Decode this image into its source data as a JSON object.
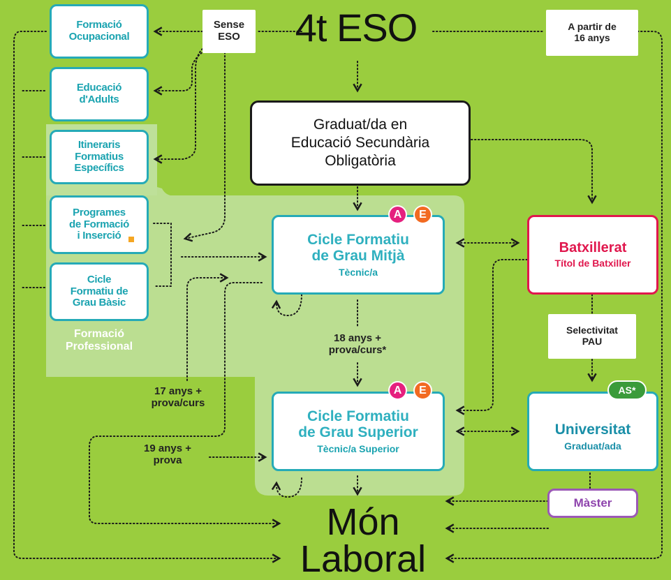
{
  "header": {
    "title": "4t ESO",
    "sense_eso": "Sense\nESO",
    "a_partir": "A partir de\n16 anys"
  },
  "left": {
    "formacio_ocupacional": "Formació\nOcupacional",
    "educacio_adults": "Educació\nd'Adults",
    "itineraris": "Itineraris\nFormatius\nEspecífics",
    "programes": "Programes\nde Formació\ni Inserció",
    "grau_basic": "Cicle\nFormatiu de\nGrau Bàsic",
    "region_label": "Formació\nProfessional"
  },
  "center": {
    "graduat": "Graduat/da en\nEducació Secundària\nObligatòria",
    "cfgm_title": "Cicle Formatiu\nde Grau Mitjà",
    "cfgm_sub": "Tècnic/a",
    "cfgs_title": "Cicle Formatiu\nde Grau Superior",
    "cfgs_sub": "Tècnic/a Superior",
    "mid_label": "18 anys +\nprova/curs*",
    "left_label_1": "17 anys +\nprova/curs",
    "left_label_2": "19 anys +\nprova",
    "badge_a": "A",
    "badge_e": "E"
  },
  "right": {
    "batx_title": "Batxillerat",
    "batx_sub": "Títol de Batxiller",
    "selectivitat": "Selectivitat\nPAU",
    "univ_title": "Universitat",
    "univ_sub": "Graduat/ada",
    "as_badge": "AS*",
    "master": "Màster"
  },
  "footer": {
    "mon_laboral": "Món\nLaboral"
  },
  "colors": {
    "background": "#9acd3e",
    "teal": "#25aab7",
    "crimson": "#e0174d",
    "purple": "#9b59b6",
    "green_badge": "#3a9b3a",
    "highlight": "#bfe09a",
    "square_marker": "#f5a623"
  }
}
